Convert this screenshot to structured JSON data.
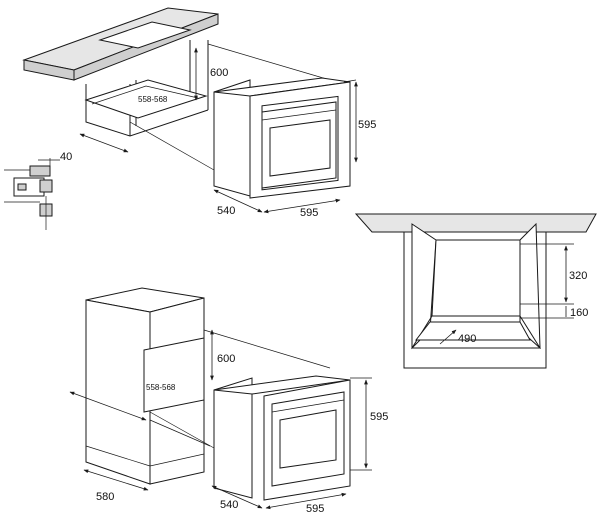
{
  "top_diagram": {
    "cutout_width": "558-568",
    "cutout_height": "600",
    "oven_height": "595",
    "oven_depth": "540",
    "oven_width": "595",
    "detail_thickness": "40"
  },
  "bottom_diagram": {
    "cabinet_depth": "580",
    "cutout_width": "558-568",
    "cutout_height": "600",
    "oven_height": "595",
    "oven_depth": "540",
    "oven_width": "595"
  },
  "front_view": {
    "dim_320": "320",
    "dim_160": "160",
    "dim_490": "490"
  }
}
